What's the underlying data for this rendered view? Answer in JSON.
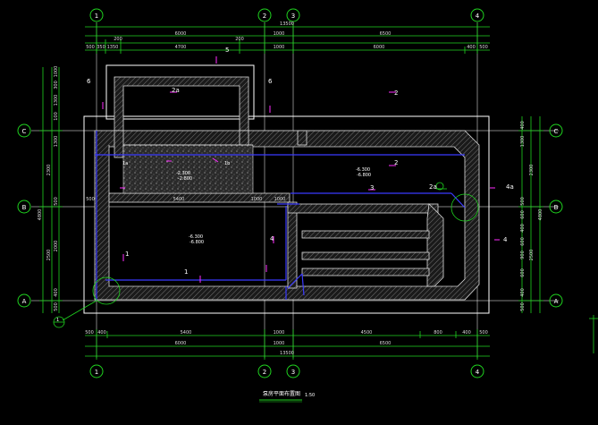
{
  "title": {
    "name": "泵房平面布置图",
    "scale": "1:50"
  },
  "grid": {
    "columns": [
      "1",
      "2",
      "3",
      "4"
    ],
    "rows": [
      "A",
      "B",
      "C"
    ]
  },
  "dims": {
    "top_total": "13500",
    "top_mid": [
      "200",
      "200"
    ],
    "top_main": [
      "6000",
      "1000",
      "6500"
    ],
    "top_detail": [
      "500",
      "350",
      "1350",
      "4700",
      "1000",
      "6000",
      "400",
      "500"
    ],
    "bottom_detail": [
      "500",
      "400",
      "5400",
      "1000",
      "4500",
      "800",
      "400",
      "500"
    ],
    "bottom_main": [
      "6000",
      "1000",
      "6500"
    ],
    "bottom_total": "13500",
    "interior_b_row": [
      "500",
      "5400",
      "1000",
      "1000"
    ],
    "left_outer": "4800",
    "left_parts": [
      "2300",
      "2500"
    ],
    "left_detail": [
      "1000",
      "300",
      "1300",
      "100",
      "1300",
      "500",
      "2000",
      "400",
      "500"
    ],
    "right_outer": "4800",
    "right_parts": [
      "2300",
      "2500"
    ],
    "right_detail": [
      "400",
      "1300",
      "500",
      "600",
      "400",
      "600",
      "900",
      "600",
      "400",
      "500"
    ]
  },
  "labels": {
    "section5": "5",
    "section6_left": "6",
    "section6_right": "6",
    "room_2a": "2a",
    "label_2_top": "2",
    "label_2_mid": "2",
    "label_2a_mid": "2a",
    "label_3": "3",
    "label_4_left": "4",
    "label_4_right": "4",
    "label_4a": "4a",
    "label_1_left": "1",
    "label_1_bottom": "1",
    "label_1a": "1a",
    "label_1b": "1b",
    "elev_left": "-2.300",
    "elev_left_sub": "-2.800",
    "elev_right": "-6.300",
    "elev_right_sub": "-6.800",
    "elev_main": "-6.300",
    "elev_main_sub": "-6.800",
    "detail_marker": "1"
  }
}
